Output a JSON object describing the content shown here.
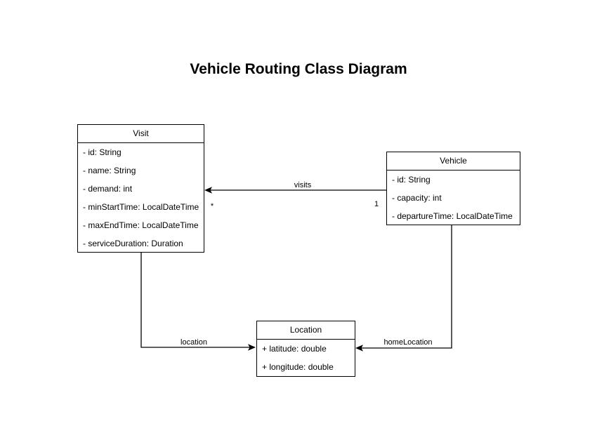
{
  "page": {
    "title": "Vehicle Routing Class Diagram",
    "background": "#ffffff"
  },
  "diagram": {
    "type": "uml-class-diagram",
    "colors": {
      "stroke": "#000000",
      "box_fill": "#ffffff",
      "text": "#000000"
    },
    "classes": [
      {
        "name": "Visit",
        "attributes": [
          "- id: String",
          "- name: String",
          "- demand: int",
          "- minStartTime: LocalDateTime",
          "- maxEndTime: LocalDateTime",
          "- serviceDuration: Duration"
        ]
      },
      {
        "name": "Vehicle",
        "attributes": [
          "- id: String",
          "- capacity: int",
          "- departureTime: LocalDateTime"
        ]
      },
      {
        "name": "Location",
        "attributes": [
          "+ latitude: double",
          "+ longitude: double"
        ]
      }
    ],
    "associations": [
      {
        "label": "visits",
        "from": "Vehicle",
        "to": "Visit",
        "source_multiplicity": "1",
        "target_multiplicity": "*"
      },
      {
        "label": "location",
        "from": "Visit",
        "to": "Location"
      },
      {
        "label": "homeLocation",
        "from": "Vehicle",
        "to": "Location"
      }
    ]
  }
}
